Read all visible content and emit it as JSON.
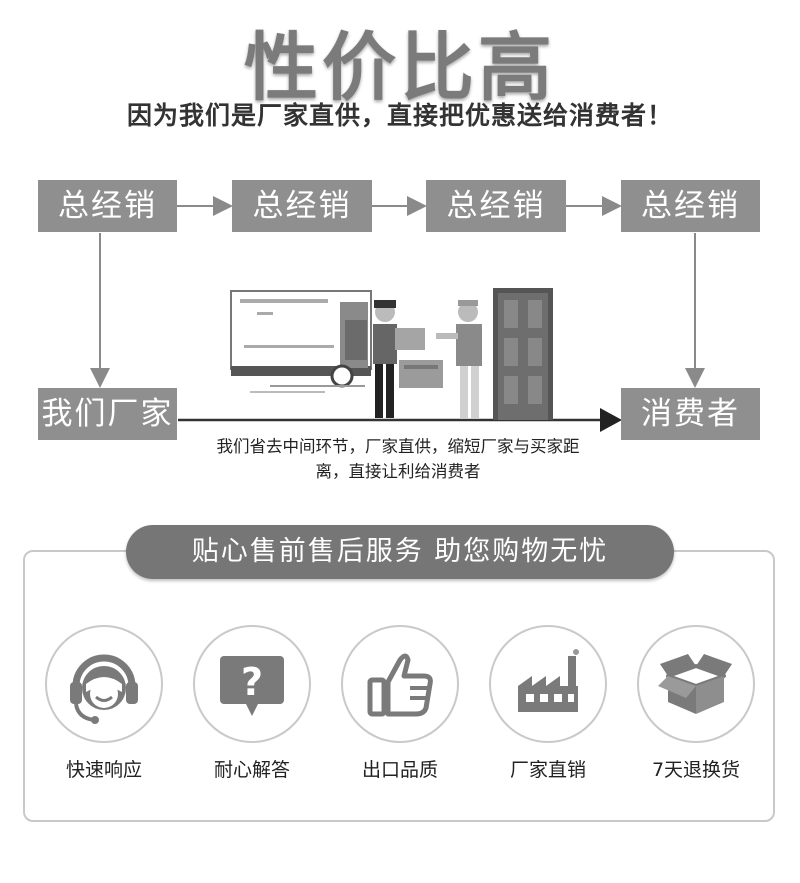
{
  "header": {
    "title": "性价比高",
    "subtitle": "因为我们是厂家直供，直接把优惠送给消费者！"
  },
  "flow": {
    "top_boxes": [
      "总经销",
      "总经销",
      "总经销",
      "总经销"
    ],
    "factory_label": "我们厂家",
    "consumer_label": "消费者",
    "caption_line1": "我们省去中间环节，厂家直供，缩短厂家与买家距",
    "caption_line2": "离，直接让利给消费者"
  },
  "service": {
    "banner": "贴心售前售后服务 助您购物无忧",
    "features": [
      {
        "label": "快速响应",
        "icon": "headset-icon"
      },
      {
        "label": "耐心解答",
        "icon": "question-bubble-icon"
      },
      {
        "label": "出口品质",
        "icon": "thumbs-up-icon"
      },
      {
        "label": "厂家直销",
        "icon": "factory-icon"
      },
      {
        "label": "7天退换货",
        "icon": "box-icon"
      }
    ]
  },
  "colors": {
    "box_gray": "#8f8f8f",
    "title_gray": "#7b7b7b",
    "banner_gray": "#767676",
    "icon_gray": "#7a7a7a"
  }
}
